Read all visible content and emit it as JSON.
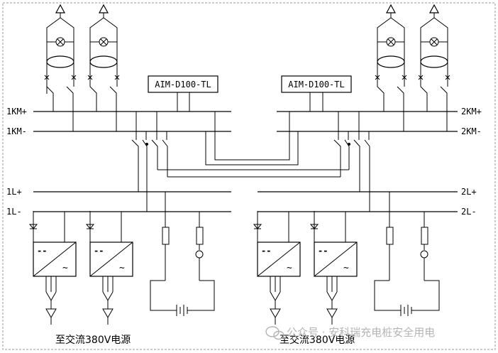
{
  "diagram": {
    "bus_labels": {
      "km_pos_left": "1KM+",
      "km_neg_left": "1KM-",
      "km_pos_right": "2KM+",
      "km_neg_right": "2KM-",
      "l_pos_left": "1L+",
      "l_neg_left": "1L-",
      "l_pos_right": "2L+",
      "l_neg_right": "2L-"
    },
    "monitors": {
      "left": "AIM-D100-TL",
      "right": "AIM-D100-TL"
    },
    "rectifier_symbols": {
      "dc": "--",
      "ac": "~"
    },
    "ac_source_labels": {
      "left": "至交流380V电源",
      "right": "至交流380V电源"
    },
    "watermark": "公众号 · 安科瑞充电桩安全用电",
    "colors": {
      "line": "#000000",
      "border": "#9a9a9a",
      "watermark": "#b4b4b4"
    }
  }
}
